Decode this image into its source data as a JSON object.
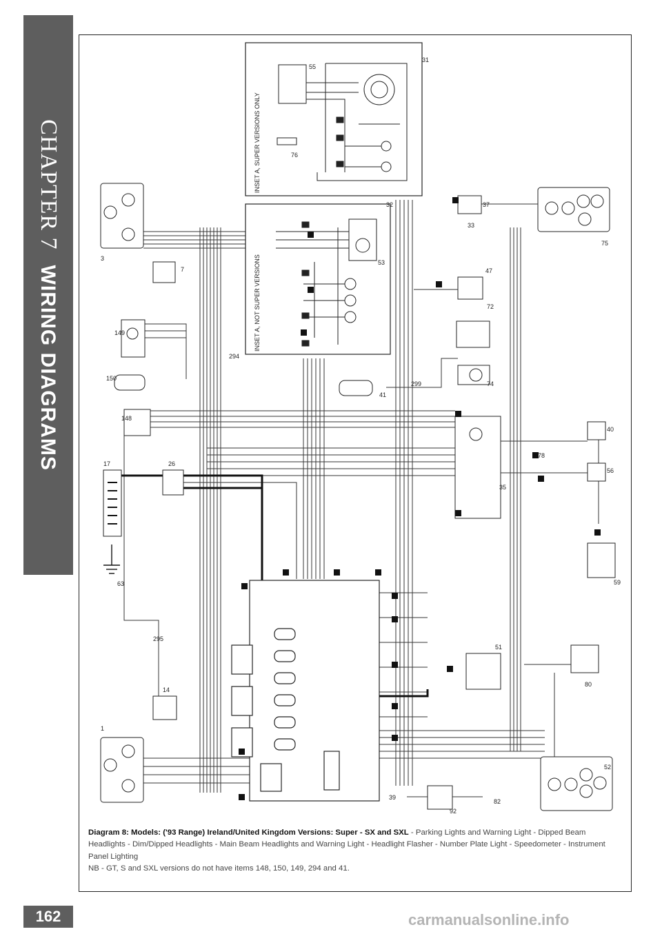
{
  "sidebar": {
    "chapter": "CHAPTER 7",
    "title": "WIRING DIAGRAMS"
  },
  "page_number": "162",
  "caption": {
    "lead": "Diagram 8: Models: ('93 Range) Ireland/United Kingdom Versions: Super - SX and SXL",
    "body": " - Parking Lights and Warning Light - Dipped Beam Headlights - Dim/Dipped Headlights - Main Beam Headlights and Warning Light - Headlight Flasher - Number Plate Light - Speedometer - Instrument Panel Lighting",
    "note": "NB - GT, S and SXL versions do not have items 148, 150, 149, 294 and 41."
  },
  "insets": {
    "a_super": "INSET A, SUPER VERSIONS ONLY",
    "a_not_super": "INSET A, NOT SUPER VERSIONS"
  },
  "watermark": "carmanualsonline.info",
  "component_labels": [
    "1",
    "3",
    "7",
    "14",
    "17",
    "26",
    "31",
    "32",
    "33",
    "35",
    "37",
    "39",
    "40",
    "41",
    "47",
    "51",
    "52",
    "53",
    "55",
    "56",
    "59",
    "63",
    "72",
    "74",
    "75",
    "76",
    "78",
    "80",
    "82",
    "92",
    "148",
    "149",
    "150",
    "294",
    "295",
    "299"
  ]
}
